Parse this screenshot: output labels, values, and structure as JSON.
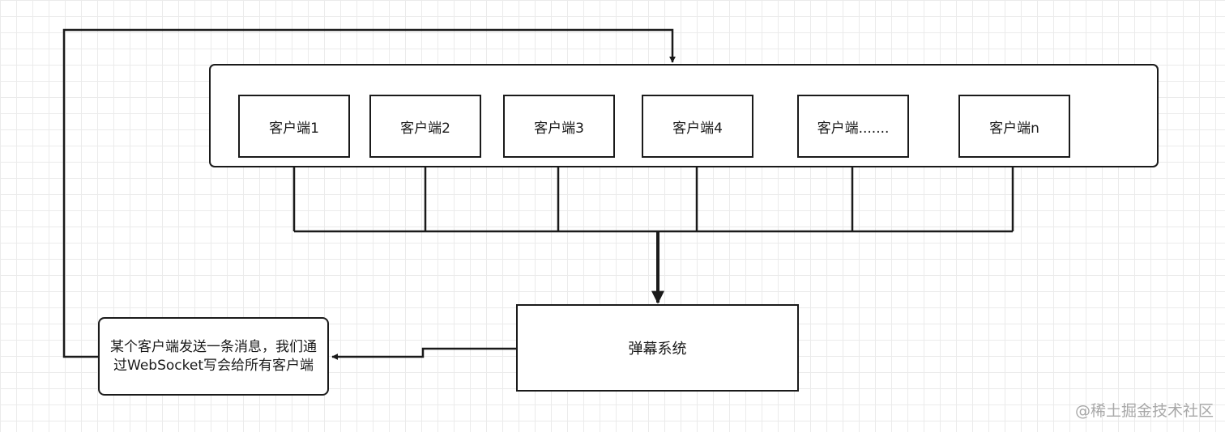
{
  "diagram": {
    "clients": [
      {
        "label": "客户端1"
      },
      {
        "label": "客户端2"
      },
      {
        "label": "客户端3"
      },
      {
        "label": "客户端4"
      },
      {
        "label": "客户端......."
      },
      {
        "label": "客户端n"
      }
    ],
    "danmu_system": {
      "label": "弹幕系统"
    },
    "note": {
      "label": "某个客户端发送一条消息，我们通过WebSocket写会给所有客户端"
    }
  },
  "watermark": "@稀土掘金技术社区",
  "colors": {
    "stroke": "#1a1a1a",
    "grid": "#ebebeb",
    "watermark": "#a8a8a8"
  }
}
